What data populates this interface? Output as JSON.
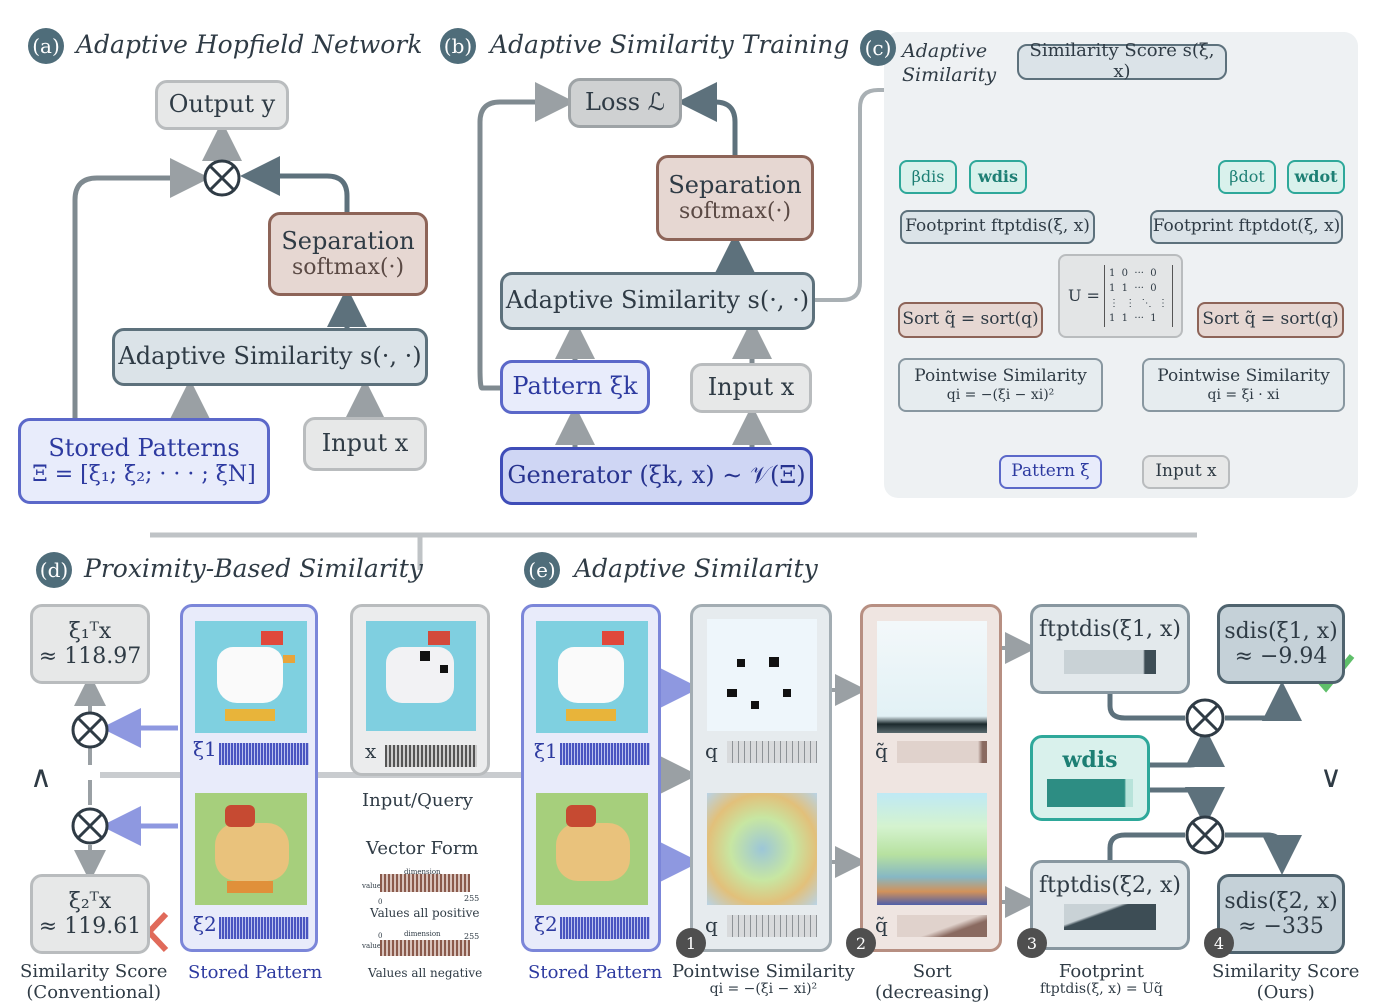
{
  "panel_a": {
    "badge": "(a)",
    "title": "Adaptive Hopfield Network",
    "output": "Output y",
    "separation": "Separation",
    "softmax": "softmax(·)",
    "adaptive_similarity": "Adaptive Similarity s(·, ·)",
    "stored_patterns": "Stored Patterns",
    "stored_patterns_formula": "Ξ = [ξ₁; ξ₂; · · · ; ξN]",
    "input": "Input x"
  },
  "panel_b": {
    "badge": "(b)",
    "title": "Adaptive Similarity Training",
    "loss": "Loss ℒ",
    "separation": "Separation",
    "softmax": "softmax(·)",
    "adaptive_similarity": "Adaptive Similarity s(·, ·)",
    "pattern": "Pattern ξk",
    "input": "Input x",
    "generator": "Generator (ξk, x) ∼ 𝒱(Ξ)"
  },
  "panel_c": {
    "badge": "(c)",
    "title_line1": "Adaptive",
    "title_line2": "Similarity",
    "similarity_score": "Similarity Score s(ξ, x)",
    "beta_dis": "βdis",
    "w_dis": "wdis",
    "beta_dot": "βdot",
    "w_dot": "wdot",
    "footprint_dis": "Footprint ftptdis(ξ, x)",
    "footprint_dot": "Footprint ftptdot(ξ, x)",
    "u_matrix_label": "U =",
    "sort_left": "Sort q̃ = sort(q)",
    "sort_right": "Sort q̃ = sort(q)",
    "pointwise_left": "Pointwise Similarity",
    "pointwise_left_formula": "qi = −(ξi − xi)²",
    "pointwise_right": "Pointwise Similarity",
    "pointwise_right_formula": "qi = ξi · xi",
    "pattern": "Pattern ξ",
    "input": "Input x"
  },
  "panel_d": {
    "badge": "(d)",
    "title": "Proximity-Based Similarity",
    "score1_line1": "ξ₁ᵀx",
    "score1_line2": "≈ 118.97",
    "score2_line1": "ξ₂ᵀx",
    "score2_line2": "≈ 119.61",
    "xi1": "ξ1",
    "xi2": "ξ2",
    "x": "x",
    "input_query": "Input/Query",
    "vector_form": "Vector Form",
    "values_positive": "Values all positive",
    "values_negative": "Values all negative",
    "axis_value": "value",
    "axis_dimension": "dimension",
    "axis_zero": "0",
    "axis_max": "255",
    "caption_left_line1": "Similarity Score",
    "caption_left_line2": "(Conventional)",
    "caption_stored": "Stored Pattern",
    "wedge": "∧"
  },
  "panel_e": {
    "badge": "(e)",
    "title": "Adaptive Similarity",
    "xi1": "ξ1",
    "xi2": "ξ2",
    "q": "q",
    "q_tilde": "q̃",
    "ftpt1": "ftptdis(ξ1, x)",
    "ftpt2": "ftptdis(ξ2, x)",
    "w_dis": "wdis",
    "score1_line1": "sdis(ξ1, x)",
    "score1_line2": "≈ −9.94",
    "score2_line1": "sdis(ξ2, x)",
    "score2_line2": "≈ −335",
    "caption_stored": "Stored Pattern",
    "caption_pointwise": "Pointwise Similarity",
    "caption_pointwise_formula": "qi = −(ξi − xi)²",
    "caption_sort": "Sort",
    "caption_sort_sub": "(decreasing)",
    "caption_footprint": "Footprint",
    "caption_footprint_formula": "ftptdis(ξ, x) = Uq̃",
    "caption_score": "Similarity Score",
    "caption_score_sub": "(Ours)",
    "step1": "1",
    "step2": "2",
    "step3": "3",
    "step4": "4",
    "vee": "∨"
  },
  "colors": {
    "slate": "#5d717c",
    "brown": "#8d6458",
    "blue": "#5b68c9",
    "teal": "#2ea89a",
    "gray": "#b9bcbe"
  }
}
